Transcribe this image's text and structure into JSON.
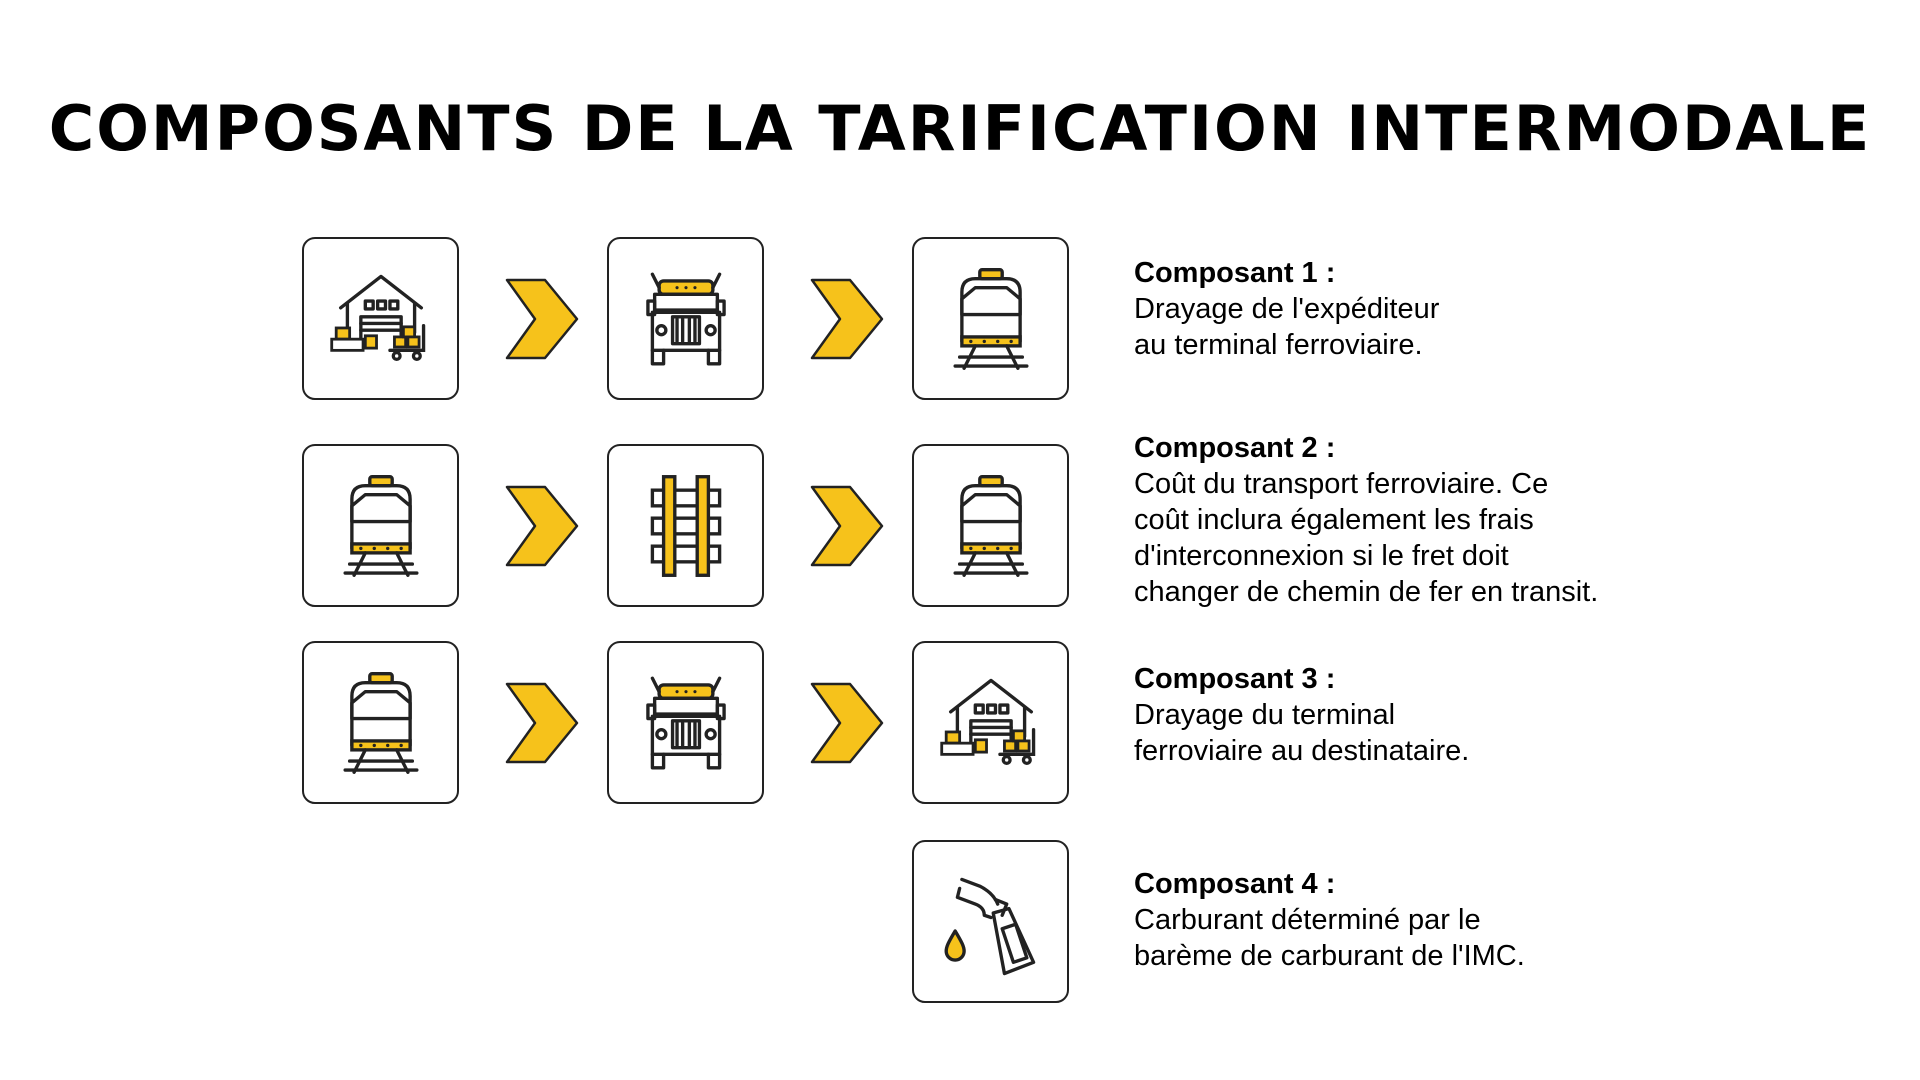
{
  "title": "COMPOSANTS DE LA TARIFICATION INTERMODALE",
  "colors": {
    "accent": "#f6c21b",
    "outline": "#222222"
  },
  "components": [
    {
      "label": "Composant 1 :",
      "lines": [
        "Drayage de l'expéditeur",
        "au terminal ferroviaire."
      ],
      "icons": [
        "warehouse-icon",
        "truck-icon",
        "train-icon"
      ]
    },
    {
      "label": "Composant 2 :",
      "lines": [
        "Coût du transport ferroviaire. Ce",
        "coût inclura également les frais",
        "d'interconnexion si le fret doit",
        "changer de chemin de fer en transit."
      ],
      "icons": [
        "train-icon",
        "rail-track-icon",
        "train-icon"
      ]
    },
    {
      "label": "Composant 3 :",
      "lines": [
        "Drayage du terminal",
        "ferroviaire au destinataire."
      ],
      "icons": [
        "train-icon",
        "truck-icon",
        "warehouse-icon"
      ]
    },
    {
      "label": "Composant 4 :",
      "lines": [
        "Carburant déterminé par le",
        "barème de carburant de l'IMC."
      ],
      "icons": [
        "fuel-nozzle-icon"
      ]
    }
  ]
}
